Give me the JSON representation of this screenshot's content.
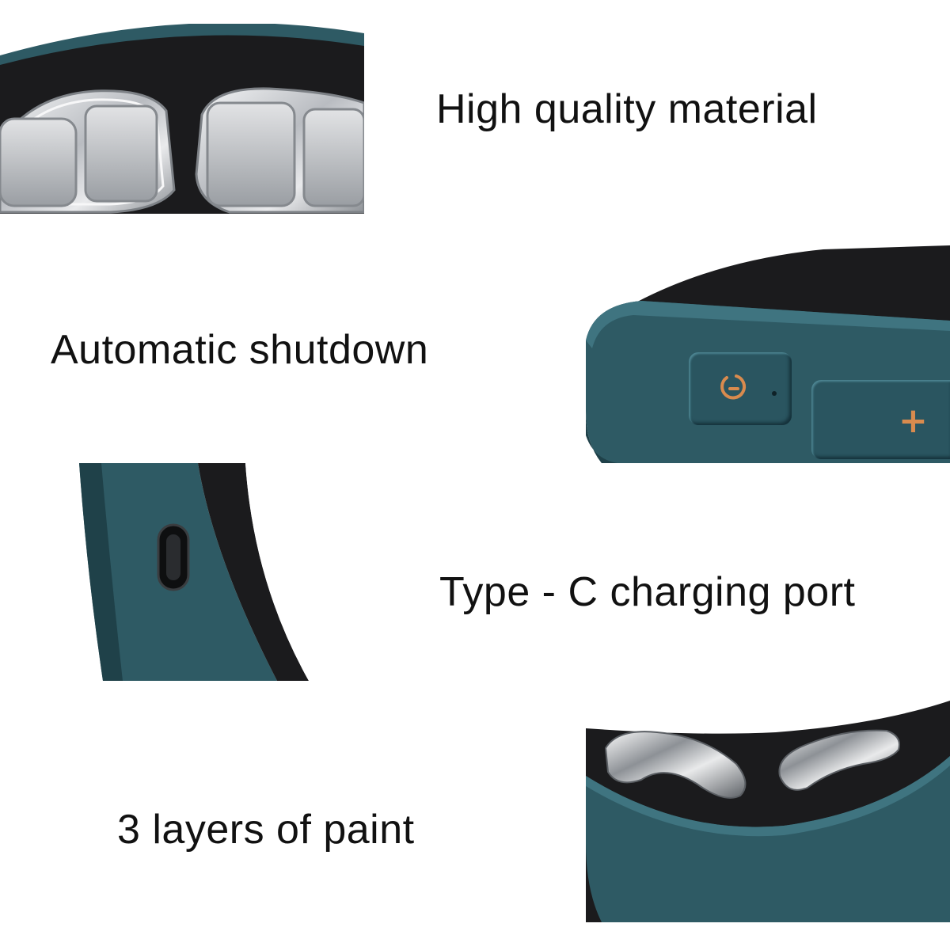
{
  "captions": {
    "material": "High quality material",
    "shutdown": "Automatic shutdown",
    "charging": "Type - C charging port",
    "paint": "3 layers of paint"
  },
  "buttons": {
    "plus": "+"
  },
  "colors": {
    "teal": "#2e5a64",
    "teal_dark": "#1f4149",
    "black": "#1b1b1d",
    "metal": "#c9ccd0",
    "icon_orange": "#d98b4e",
    "background": "#ffffff"
  },
  "icons": {
    "power": "power-icon",
    "usb_c": "usb-c-port-icon"
  }
}
